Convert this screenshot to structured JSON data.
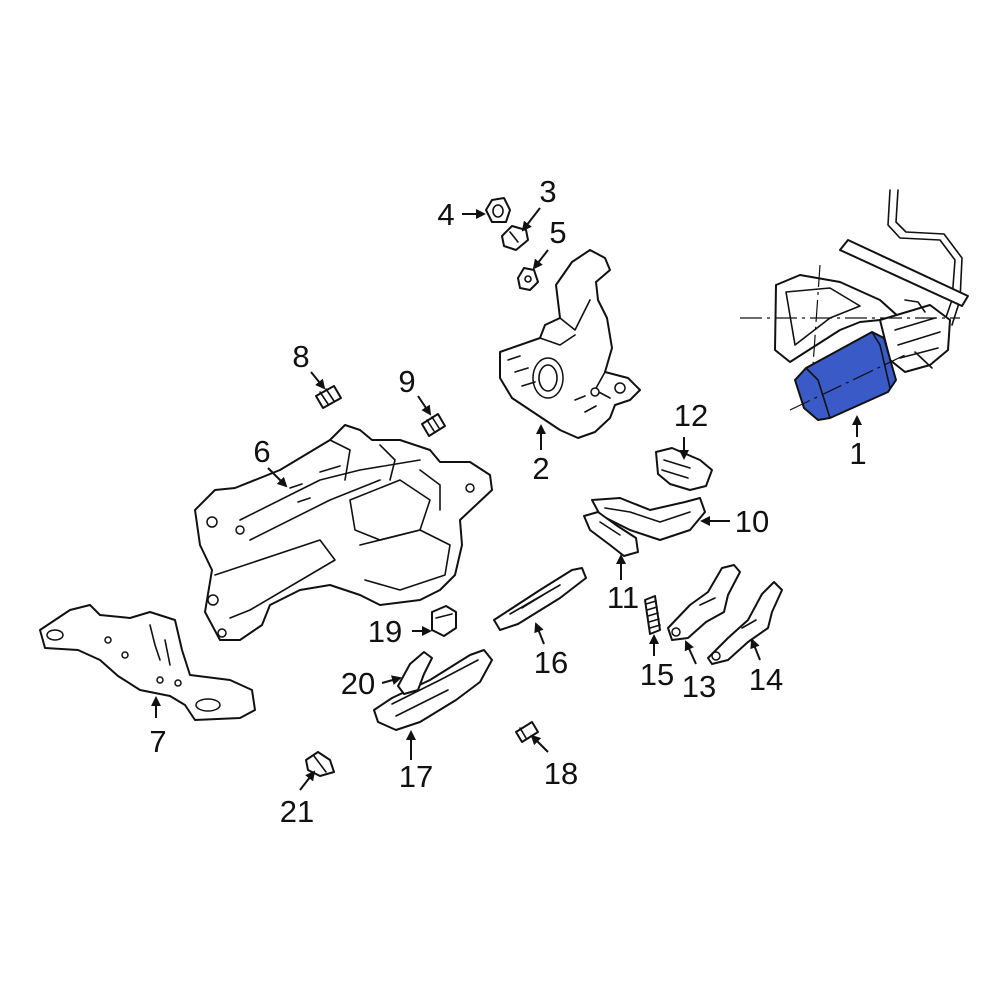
{
  "diagram": {
    "highlight_color": "#3a5bc7",
    "callouts": [
      "1",
      "2",
      "3",
      "4",
      "5",
      "6",
      "7",
      "8",
      "9",
      "10",
      "11",
      "12",
      "13",
      "14",
      "15",
      "16",
      "17",
      "18",
      "19",
      "20",
      "21"
    ]
  }
}
